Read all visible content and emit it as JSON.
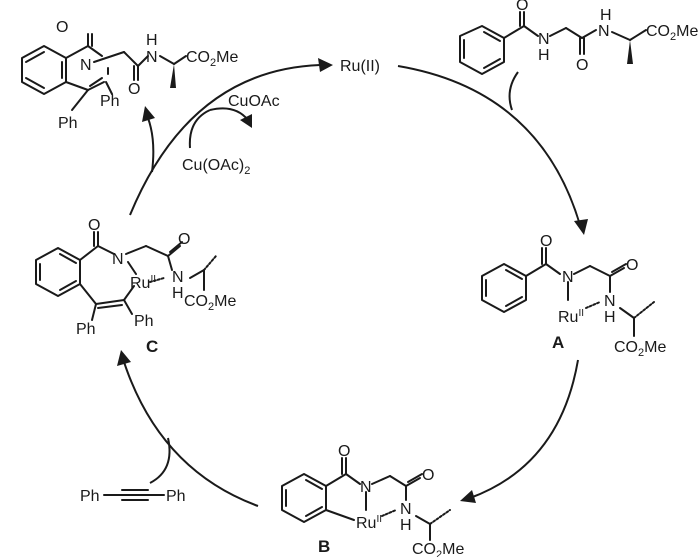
{
  "figure": {
    "type": "catalytic-cycle",
    "catalyst": {
      "label": "Ru(II)"
    },
    "substrate": {
      "name": "Bz-Gly-Ala-OMe",
      "labels": {
        "ester": "CO2Me",
        "amide_nh": "N",
        "amide_h": "H",
        "carbonyl_o": "O"
      }
    },
    "product": {
      "name": "isoquinolinone product",
      "labels": {
        "substituent_3": "Ph",
        "substituent_4": "Ph",
        "ester": "CO2Me"
      }
    },
    "reagents": {
      "oxidant": "Cu(OAc)2",
      "byproduct": "CuOAc",
      "alkyne_left": "Ph",
      "alkyne_right": "Ph"
    },
    "intermediates": [
      {
        "id": "A",
        "label": "A",
        "metal": "Ru",
        "oxidation": "II",
        "ester": "CO2Me"
      },
      {
        "id": "B",
        "label": "B",
        "metal": "Ru",
        "oxidation": "II",
        "ester": "CO2Me"
      },
      {
        "id": "C",
        "label": "C",
        "metal": "Ru",
        "oxidation": "II",
        "ester": "CO2Me",
        "substituents": [
          "Ph",
          "Ph"
        ]
      }
    ],
    "text": {
      "O": "O",
      "N": "N",
      "H": "H",
      "Ph": "Ph",
      "Ru": "Ru",
      "II": "II",
      "CO": "CO",
      "two": "2",
      "Me": "Me",
      "CuOAc": "CuOAc",
      "CuOAc2_main": "Cu(OAc)",
      "ru_cat": "Ru(II)",
      "A": "A",
      "B": "B",
      "C": "C"
    }
  }
}
